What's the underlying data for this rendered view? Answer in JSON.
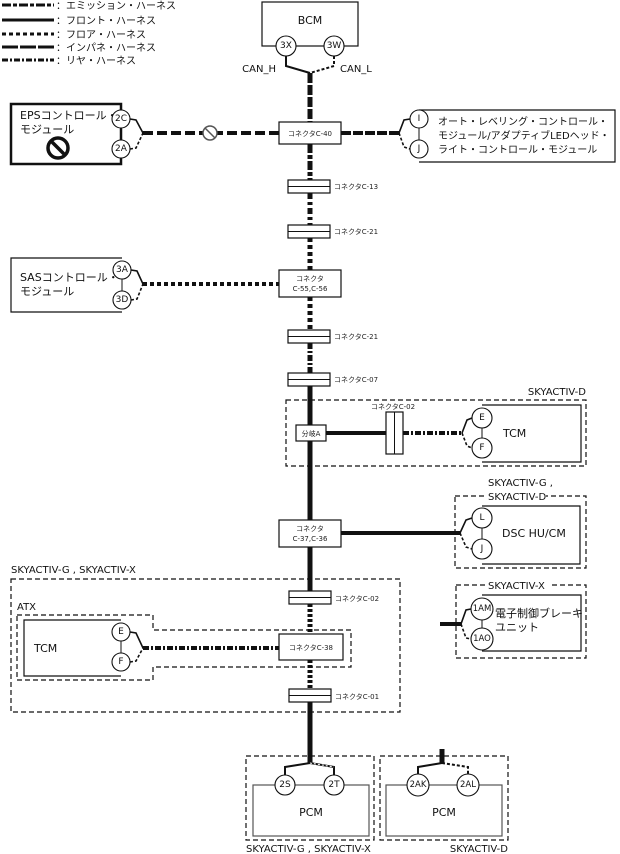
{
  "legend": [
    {
      "pattern": "emission",
      "label": "：エミッション・ハーネス"
    },
    {
      "pattern": "front",
      "label": "：フロント・ハーネス"
    },
    {
      "pattern": "floor",
      "label": "：フロア・ハーネス"
    },
    {
      "pattern": "instrument",
      "label": "：インパネ・ハーネス"
    },
    {
      "pattern": "rear",
      "label": "：リヤ・ハーネス"
    }
  ],
  "modules": {
    "bcm": {
      "name": "BCM",
      "pins": [
        "3X",
        "3W"
      ],
      "signals": [
        "CAN_H",
        "CAN_L"
      ]
    },
    "eps": {
      "name_line1": "EPSコントロール・",
      "name_line2": "モジュール",
      "pins": [
        "2C",
        "2A"
      ],
      "status_icon": "prohibited-icon"
    },
    "headlight": {
      "line1": "オート・レベリング・コントロール・",
      "line2": "モジュール/アダプティブLEDヘッド・",
      "line3": "ライト・コントロール・モジュール",
      "pins": [
        "I",
        "J"
      ]
    },
    "sas": {
      "name_line1": "SASコントロール・",
      "name_line2": "モジュール",
      "pins": [
        "3A",
        "3D"
      ]
    },
    "tcm_d": {
      "name": "TCM",
      "pins": [
        "E",
        "F"
      ],
      "variant": "SKYACTIV-D"
    },
    "dsc": {
      "name": "DSC HU/CM",
      "pins": [
        "L",
        "J"
      ],
      "variant_line1": "SKYACTIV-G ,",
      "variant_line2": "SKYACTIV-D"
    },
    "ebrake": {
      "name_line1": "電子制御ブレーキ",
      "name_line2": "ユニット",
      "pins": [
        "1AM",
        "1AO"
      ],
      "variant": "SKYACTIV-X"
    },
    "tcm_atx": {
      "name": "TCM",
      "pins": [
        "E",
        "F"
      ],
      "group": "ATX",
      "variant": "SKYACTIV-G , SKYACTIV-X"
    },
    "pcm_gx": {
      "name": "PCM",
      "pins": [
        "2S",
        "2T"
      ],
      "variant": "SKYACTIV-G , SKYACTIV-X"
    },
    "pcm_d": {
      "name": "PCM",
      "pins": [
        "2AK",
        "2AL"
      ],
      "variant": "SKYACTIV-D"
    }
  },
  "connectors": {
    "c40": "コネクタC-40",
    "c13": "コネクタC-13",
    "c21a": "コネクタC-21",
    "c55_l1": "コネクタ",
    "c55_l2": "C-55,C-56",
    "c21b": "コネクタC-21",
    "c07": "コネクタC-07",
    "c02d": "コネクタC-02",
    "branch": "分岐A",
    "c37_l1": "コネクタ",
    "c37_l2": "C-37,C-36",
    "c02g": "コネクタC-02",
    "c38": "コネクタC-38",
    "c01": "コネクタC-01"
  }
}
